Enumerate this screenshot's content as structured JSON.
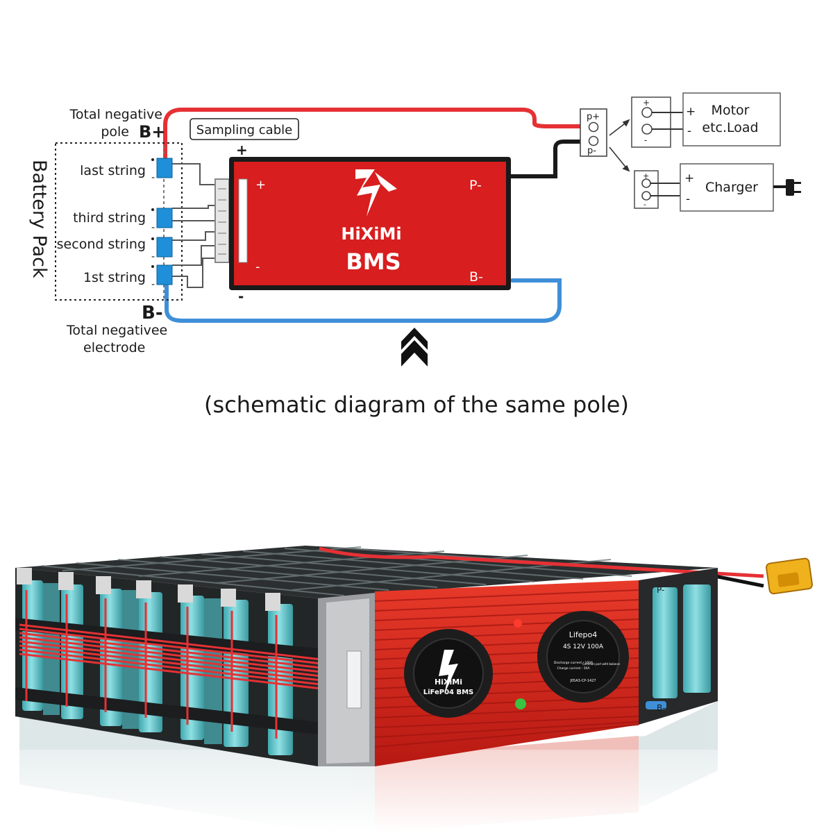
{
  "diagram": {
    "b_plus_caption": "Total negative pole",
    "b_plus_caption_line1": "Total negative",
    "b_plus_caption_line2": "pole",
    "b_plus_label": "B+",
    "b_minus_label": "B-",
    "b_minus_caption_line1": "Total negativee",
    "b_minus_caption_line2": "electrode",
    "sampling_cable": "Sampling cable",
    "battery_pack": "Battery Pack",
    "strings": [
      "last string",
      "third string",
      "second string",
      "1st string"
    ],
    "bms": {
      "brand": "HiXiMi",
      "name": "BMS",
      "p_minus": "P-",
      "b_minus": "B-",
      "plus": "+",
      "minus": "-"
    },
    "connector": {
      "p_plus": "p+",
      "p_minus": "p-"
    },
    "load": {
      "line1": "Motor",
      "line2": "etc.Load"
    },
    "charger": "Charger",
    "caption": "(schematic diagram of the same pole)"
  },
  "product": {
    "brand": "HiXiMi",
    "model_label": "LiFeP04 BMS",
    "spec_title": "Lifepo4",
    "spec_line": "4S 12V 100A",
    "discharge": "Discharge current : 100A",
    "charge": "Charge current : 50A",
    "port_note": "Common port with balance",
    "part_no": "J05A3-CP-1427",
    "p_label": "P-",
    "b_label": "B-"
  },
  "colors": {
    "bms_red": "#d81e1e",
    "positive_wire": "#e53135",
    "negative_wire": "#3f8fd8",
    "cell_teal": "#5fc8cf"
  }
}
